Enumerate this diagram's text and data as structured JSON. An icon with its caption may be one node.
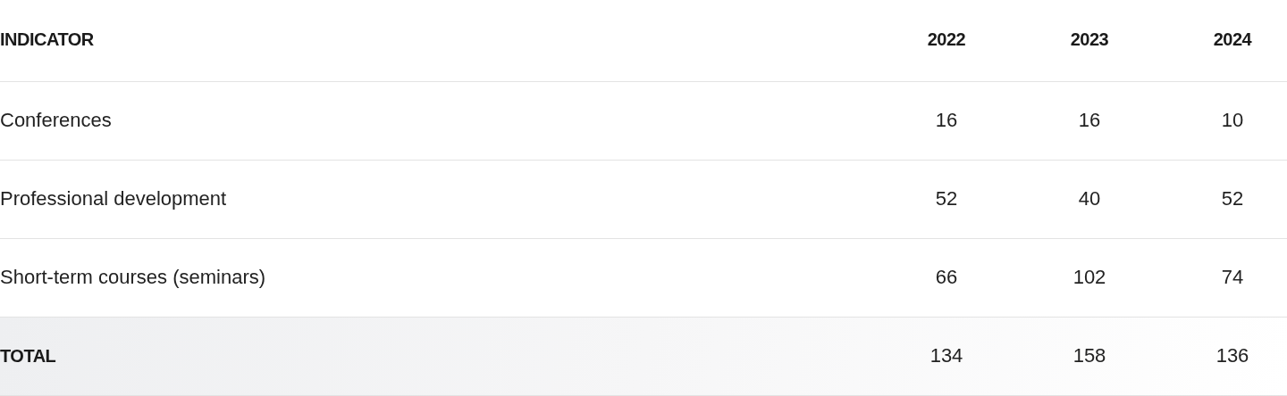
{
  "diagram": {
    "labels": [
      "INDICATOR",
      "2022",
      "2023",
      "2024",
      "Conferences",
      "16",
      "16",
      "10",
      "Professional development",
      "52",
      "40",
      "52",
      "Short-term courses (seminars)",
      "66",
      "102",
      "74",
      "TOTAL",
      "134",
      "158",
      "136"
    ]
  }
}
